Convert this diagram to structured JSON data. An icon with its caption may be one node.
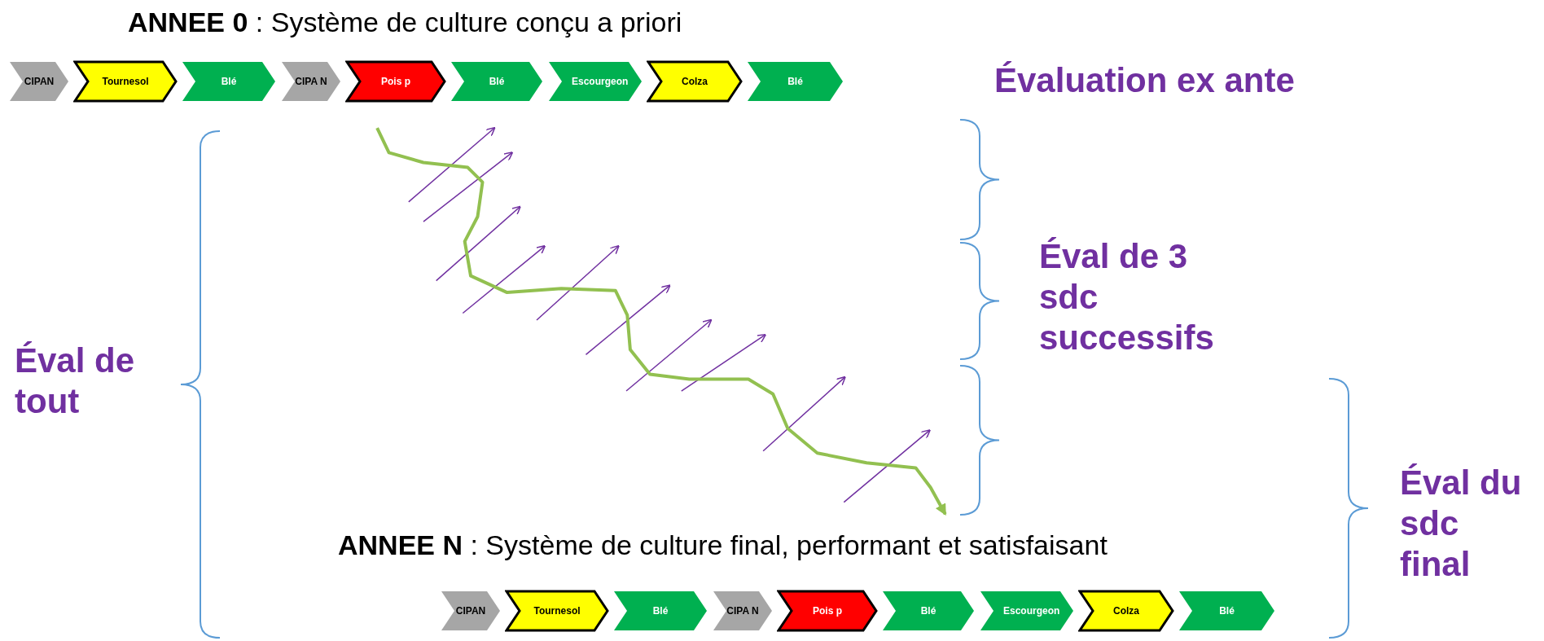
{
  "diagram": {
    "nodes": [
      {
        "text": [
          "CIPAN"
        ]
      },
      {
        "text": [
          "Tournesol"
        ]
      },
      {
        "text": [
          "Blé"
        ]
      },
      {
        "text": [
          "CIPA N"
        ]
      },
      {
        "text": [
          "Pois p"
        ]
      },
      {
        "text": [
          "Blé"
        ]
      },
      {
        "text": [
          "Escourgeon"
        ]
      },
      {
        "text": [
          "Colza"
        ]
      },
      {
        "text": [
          "Blé"
        ]
      },
      {
        "text": [
          "CIPAN"
        ]
      },
      {
        "text": [
          "Tournesol"
        ]
      },
      {
        "text": [
          "Blé"
        ]
      },
      {
        "text": [
          "CIPA N"
        ]
      },
      {
        "text": [
          "Pois p"
        ]
      },
      {
        "text": [
          "Blé"
        ]
      },
      {
        "text": [
          "Escourgeon"
        ]
      },
      {
        "text": [
          "Colza"
        ]
      },
      {
        "text": [
          "Blé"
        ]
      }
    ],
    "labels": [
      "**ANNEE 0** : Système de culture conçu a priori",
      "Évaluation ex ante",
      "Éval de 3 sdc successifs",
      "Éval de tout",
      "Éval du sdc final",
      "**ANNEE N** : Système de culture final, performant et satisfaisant"
    ]
  }
}
